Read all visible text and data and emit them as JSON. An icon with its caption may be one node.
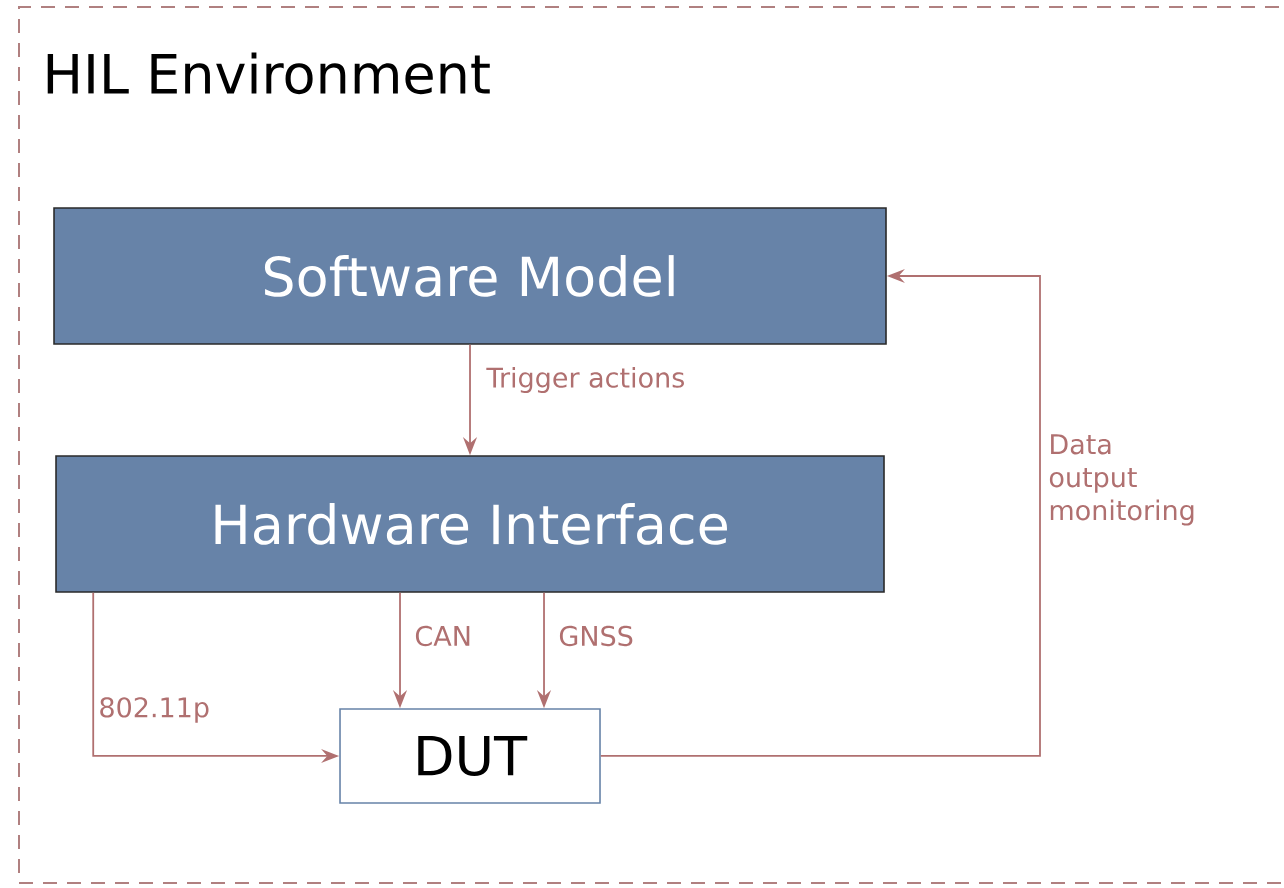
{
  "diagram": {
    "nodes": [
      {
        "text": [
          "HIL Environment"
        ]
      },
      {
        "text": [
          "Software Model"
        ],
        "in": 0
      },
      {
        "text": [
          "Hardware Interface"
        ],
        "in": 0
      },
      {
        "text": [
          "DUT"
        ],
        "in": 0
      }
    ],
    "edges": [
      {
        "from": 1,
        "to": 2,
        "arrow": "to",
        "label": "Trigger actions"
      },
      {
        "from": 2,
        "to": 3,
        "arrow": "to",
        "label": "CAN"
      },
      {
        "from": 2,
        "to": 3,
        "arrow": "to",
        "label": "GNSS"
      },
      {
        "from": 2,
        "to": 3,
        "arrow": "to",
        "label": "802.11p"
      },
      {
        "from": 3,
        "to": 1,
        "arrow": "to",
        "label": "Data output monitoring"
      }
    ]
  }
}
